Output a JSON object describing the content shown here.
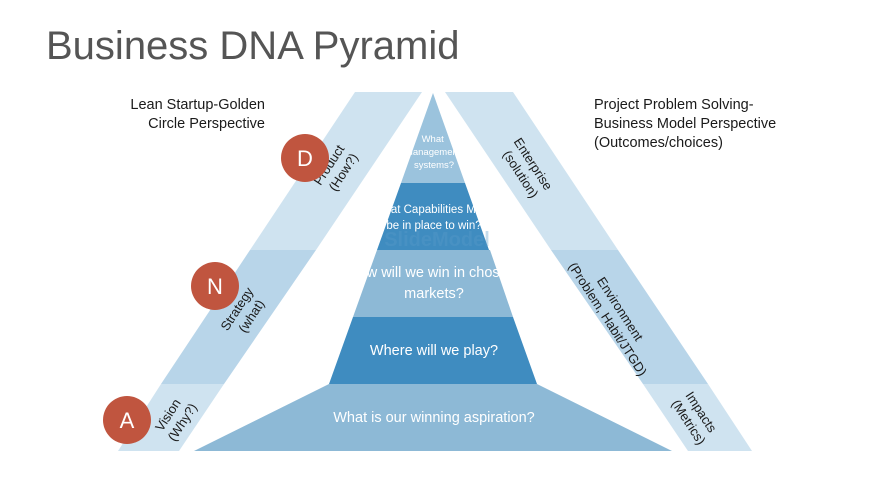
{
  "title": "Business DNA Pyramid",
  "left_perspective": {
    "lines": [
      "Lean Startup-Golden",
      "Circle Perspective"
    ]
  },
  "right_perspective": {
    "lines": [
      "Project Problem Solving-",
      "Business Model Perspective",
      "(Outcomes/choices)"
    ]
  },
  "pyramid_levels": [
    {
      "lines": [
        "What",
        "Management",
        "systems?"
      ]
    },
    {
      "lines": [
        "What Capabilities Must",
        "be in place to win?"
      ]
    },
    {
      "lines": [
        "How will we win in chosen",
        "markets?"
      ]
    },
    {
      "lines": [
        "Where will we play?"
      ]
    },
    {
      "lines": [
        "What is our winning aspiration?"
      ]
    }
  ],
  "left_bands": [
    {
      "lines": [
        "Product",
        "(How?)"
      ]
    },
    {
      "lines": [
        "Strategy",
        "(what)"
      ]
    },
    {
      "lines": [
        "Vision",
        "(Why?)"
      ]
    }
  ],
  "right_bands": [
    {
      "lines": [
        "Enterprise",
        "(solution)"
      ]
    },
    {
      "lines": [
        "Environment",
        "(Problem, Habit/JTGD)"
      ]
    },
    {
      "lines": [
        "Impacts",
        "(Metrics)"
      ]
    }
  ],
  "badges": [
    {
      "letter": "D"
    },
    {
      "letter": "N"
    },
    {
      "letter": "A"
    }
  ],
  "watermark": "SlideModel",
  "colors": {
    "level_light": "#8db9d6",
    "level_dark": "#3f8cc0",
    "level_top": "#9bc3dd",
    "band_light": "#cfe3f0",
    "band_mid": "#b8d5e9",
    "badge": "#c0553f",
    "title": "#555555"
  }
}
